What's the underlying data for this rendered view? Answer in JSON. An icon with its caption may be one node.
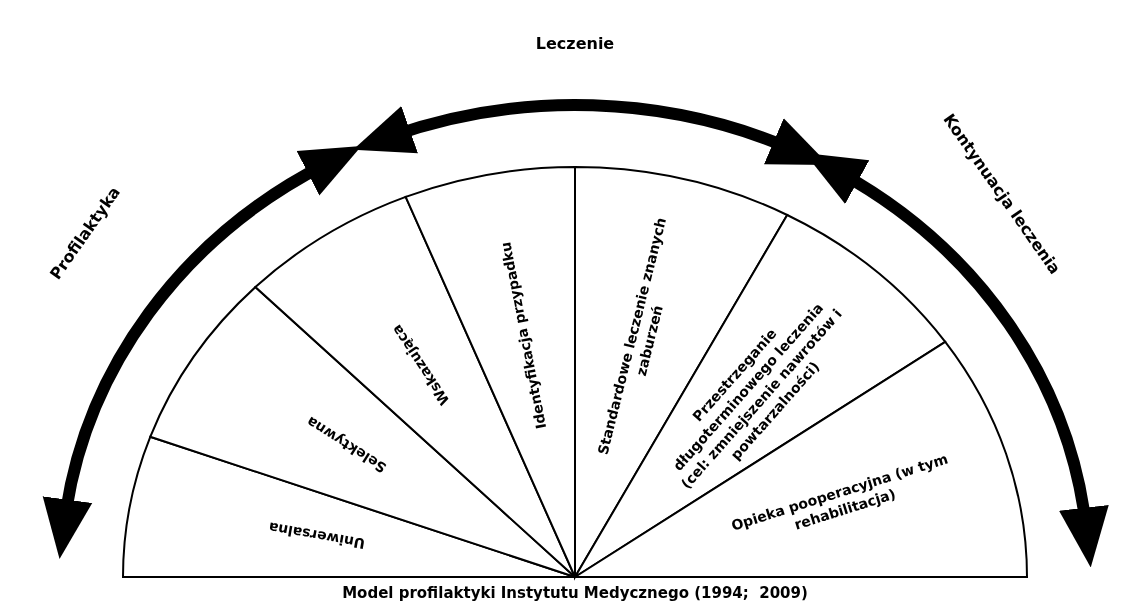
{
  "diagram": {
    "caption": "Model profilaktyki Instytutu Medycznego (1994;  2009)",
    "nodes": [
      {
        "text": [
          "Uniwersalna"
        ]
      },
      {
        "text": [
          "Selektywna"
        ]
      },
      {
        "text": [
          "Wskazująca"
        ]
      },
      {
        "text": [
          "Identyfikacja przypadku"
        ]
      },
      {
        "text": [
          "Standardowe leczenie znanych zaburzeń"
        ]
      },
      {
        "text": [
          "Przestrzeganie długoterminowego leczenia (cel: zmniejszenie nawrotów i powtarzalności)"
        ]
      },
      {
        "text": [
          "Opieka pooperacyjna (w tym rehabilitacja)"
        ]
      }
    ],
    "edges": [
      {
        "from": 0,
        "to": 2,
        "arrow": "both",
        "label": "Profilaktyka"
      },
      {
        "from": 3,
        "to": 4,
        "arrow": "both",
        "label": "Leczenie"
      },
      {
        "from": 5,
        "to": 6,
        "arrow": "both",
        "label": "Kontynuacja leczenia"
      }
    ]
  }
}
